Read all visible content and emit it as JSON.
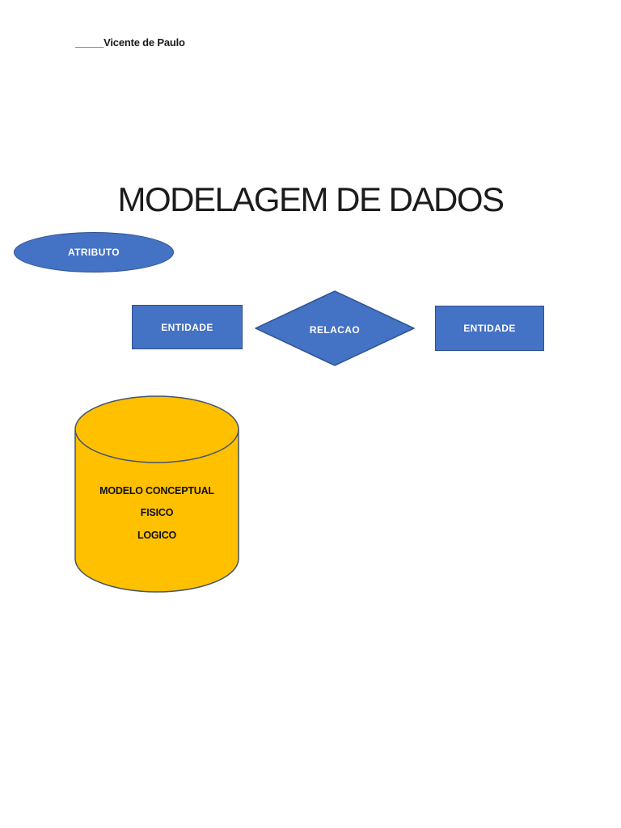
{
  "page": {
    "header_name": "_____Vicente de Paulo",
    "title": "MODELAGEM DE DADOS"
  },
  "diagram": {
    "attribute": {
      "label": "ATRIBUTO"
    },
    "entity_left": {
      "label": "ENTIDADE"
    },
    "relation": {
      "label": "RELACAO"
    },
    "entity_right": {
      "label": "ENTIDADE"
    },
    "model_cylinder": {
      "lines": [
        "MODELO CONCEPTUAL",
        "FISICO",
        "LOGICO"
      ]
    }
  },
  "colors": {
    "shape_blue_fill": "#4472C4",
    "shape_blue_border": "#2F528F",
    "cylinder_fill": "#FFC000",
    "cylinder_border": "#44546A",
    "title_text": "#1B1B1B",
    "shape_label_text": "#FFFFFF",
    "cylinder_label_text": "#111111",
    "page_background": "#FFFFFF"
  }
}
